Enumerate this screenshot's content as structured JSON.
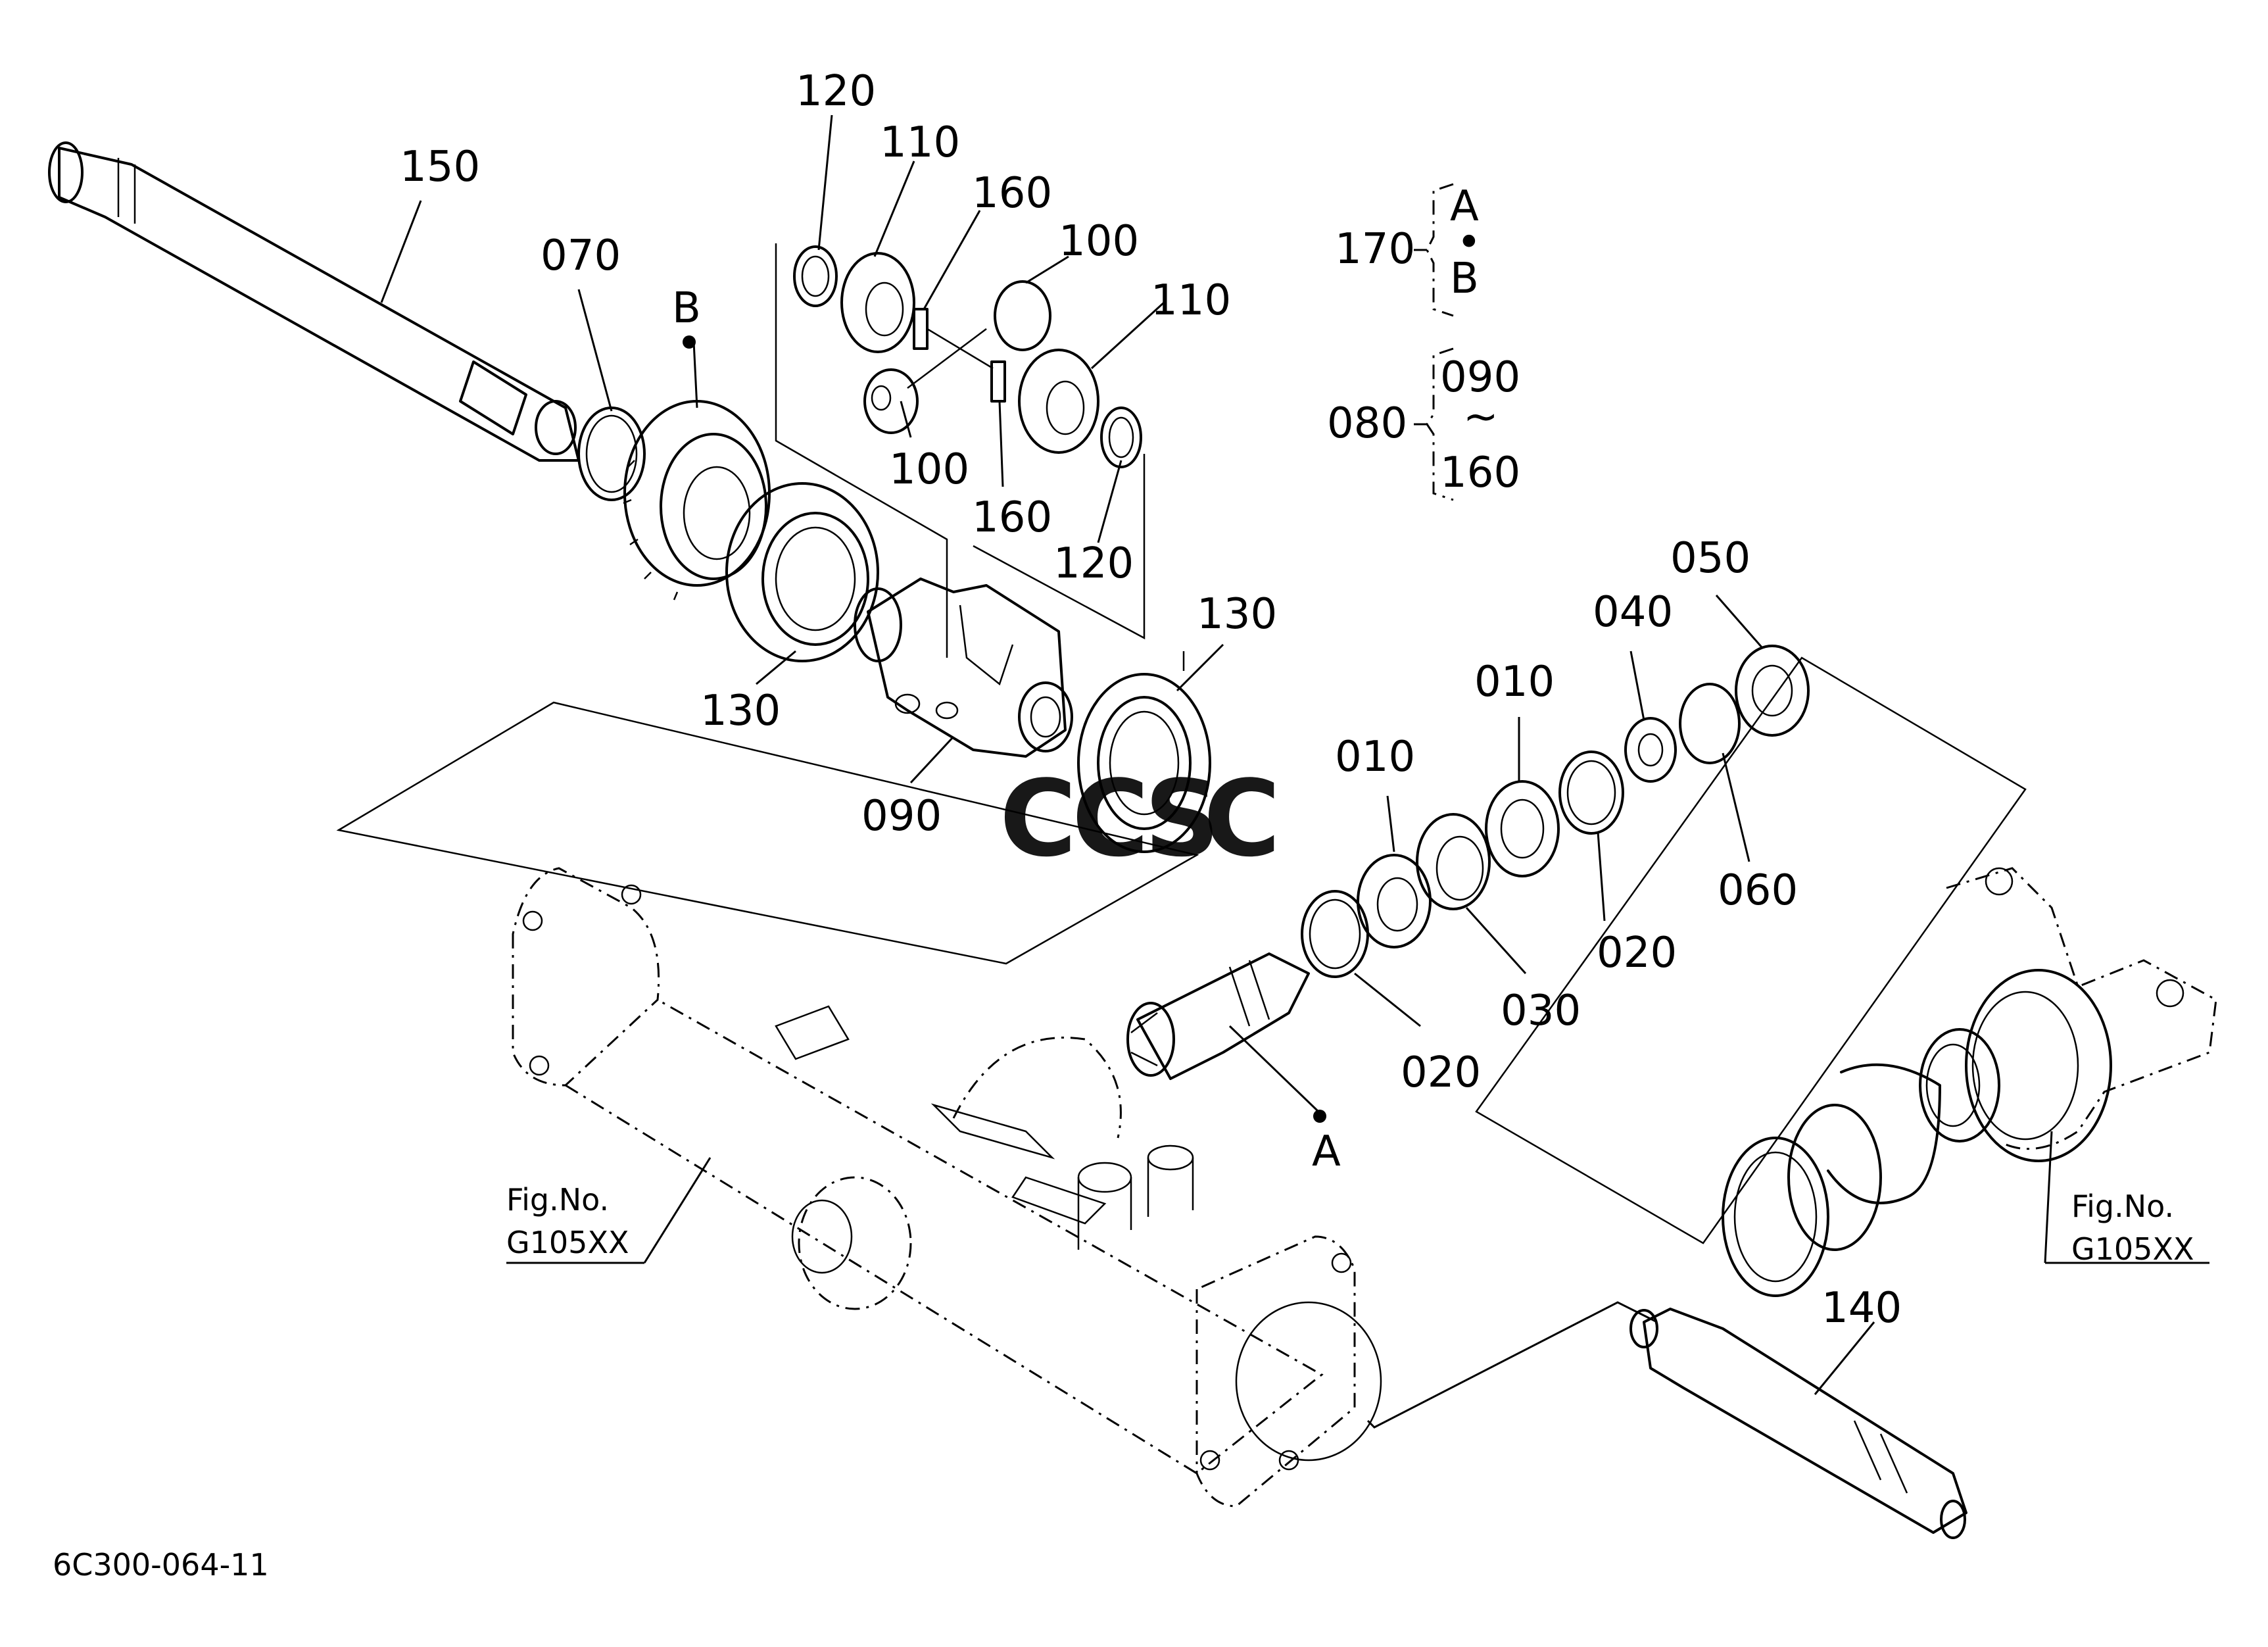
{
  "diagram": {
    "callouts": {
      "c010a": "010",
      "c010b": "010",
      "c020a": "020",
      "c020b": "020",
      "c030": "030",
      "c040": "040",
      "c050": "050",
      "c060": "060",
      "c070": "070",
      "c090": "090",
      "c100a": "100",
      "c100b": "100",
      "c110a": "110",
      "c110b": "110",
      "c120a": "120",
      "c120b": "120",
      "c130a": "130",
      "c130b": "130",
      "c140": "140",
      "c150": "150",
      "c160a": "160",
      "c160b": "160",
      "point_a": "A",
      "point_b": "B"
    },
    "sets": {
      "set170": {
        "number": "170",
        "top": "A",
        "mid": "•",
        "bottom": "B"
      },
      "set080": {
        "number": "080",
        "top": "090",
        "mid": "~",
        "bottom": "160"
      }
    },
    "references": [
      {
        "line1": "Fig.No.",
        "line2": "G105XX"
      },
      {
        "line1": "Fig.No.",
        "line2": "G105XX"
      }
    ],
    "drawing_number": "6C300-064-11",
    "watermark": {
      "letters": [
        "C",
        "C",
        "S",
        "C"
      ],
      "colors": [
        "#4a90e2",
        "#ee6b5e",
        "#f5c242",
        "#3cae6e"
      ]
    }
  }
}
